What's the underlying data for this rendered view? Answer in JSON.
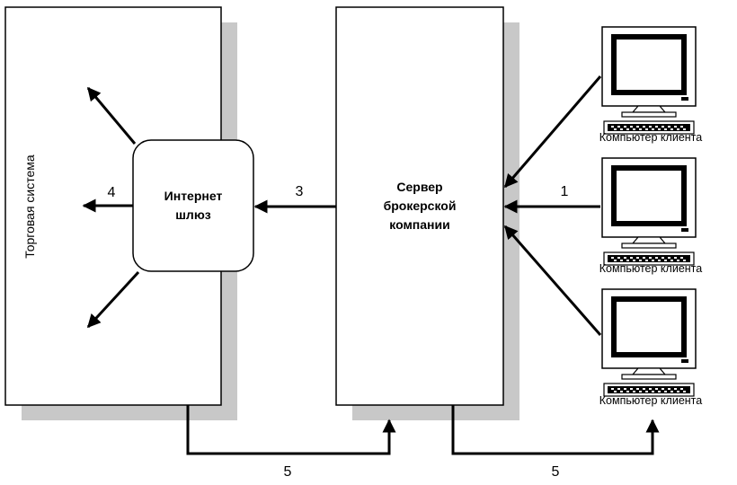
{
  "trading_system": {
    "label": "Торговая система"
  },
  "gateway": {
    "line1": "Интернет",
    "line2": "шлюз"
  },
  "server": {
    "line1": "Сервер",
    "line2": "брокерской",
    "line3": "компании"
  },
  "clients": [
    {
      "label": "Компьютер клиента"
    },
    {
      "label": "Компьютер клиента"
    },
    {
      "label": "Компьютер клиента"
    }
  ],
  "flows": {
    "clients_to_server": "1",
    "server_to_gateway": "3",
    "gateway_to_system": "4",
    "system_to_server": "5",
    "server_to_clients": "5"
  },
  "colors": {
    "shadow": "#c8c8c8",
    "stroke": "#000000",
    "fill": "#ffffff"
  }
}
